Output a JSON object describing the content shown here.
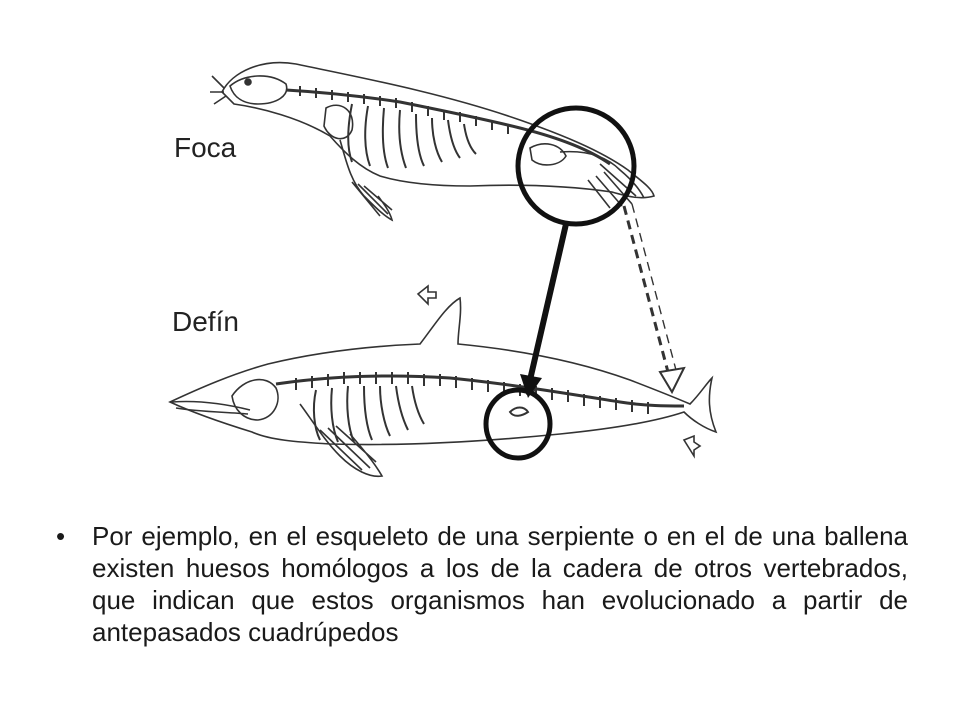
{
  "diagram": {
    "labels": {
      "seal": "Foca",
      "dolphin": "Defín"
    }
  },
  "slide": {
    "bullet_symbol": "•",
    "bullet_text": "Por ejemplo, en el esqueleto de una serpiente o en el de una ballena existen huesos homólogos a los de la cadera de otros vertebrados, que indican que estos organismos han evolucionado a partir de antepasados cuadrúpedos"
  }
}
